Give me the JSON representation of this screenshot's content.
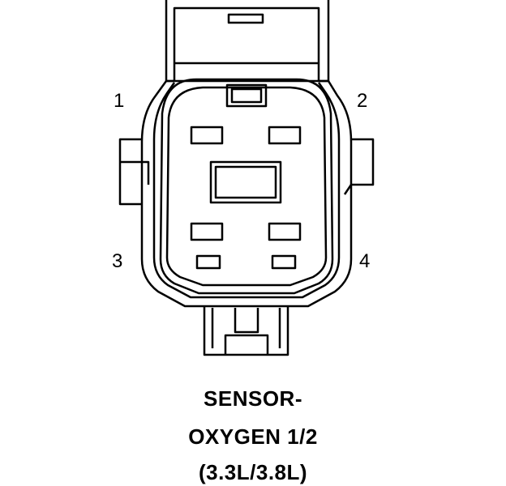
{
  "connector": {
    "pins": [
      {
        "id": "pin-1",
        "label": "1"
      },
      {
        "id": "pin-2",
        "label": "2"
      },
      {
        "id": "pin-3",
        "label": "3"
      },
      {
        "id": "pin-4",
        "label": "4"
      }
    ]
  },
  "caption": {
    "line1": "SENSOR-",
    "line2": "OXYGEN 1/2",
    "line3": "(3.3L/3.8L)"
  },
  "colors": {
    "stroke": "#000000",
    "background": "#ffffff"
  }
}
